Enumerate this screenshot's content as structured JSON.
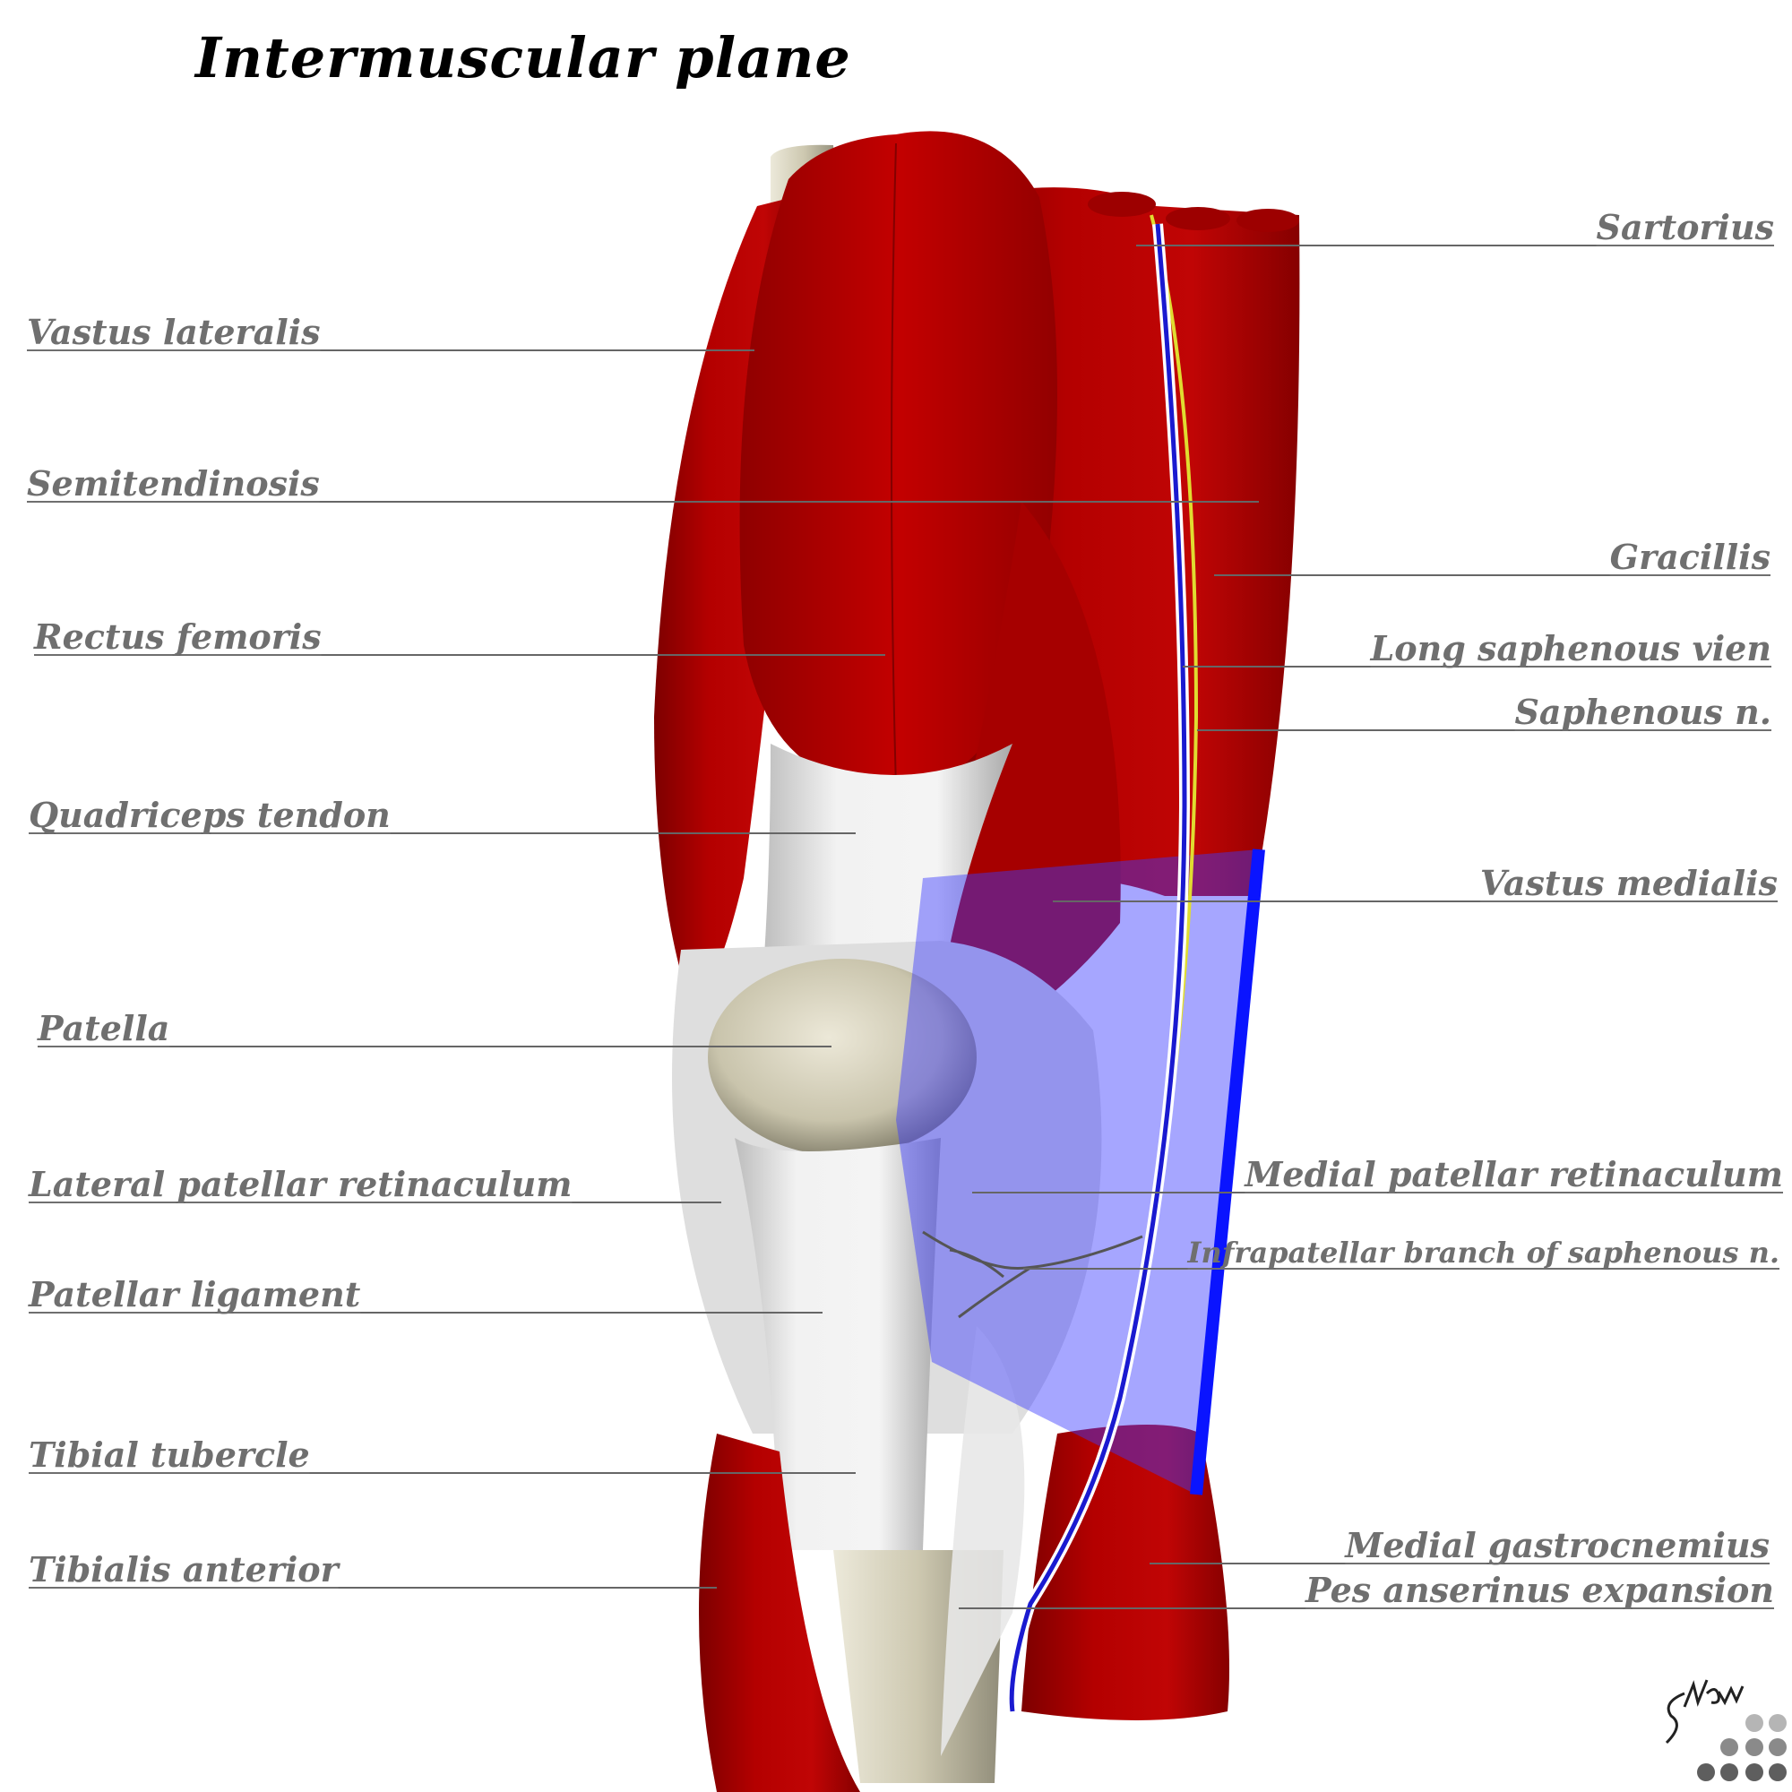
{
  "title": "Intermuscular plane",
  "colors": {
    "muscle": "#b10000",
    "muscle_dark": "#8c0000",
    "tendon": "#e4e4e4",
    "bone": "#cbc7b2",
    "plane": "#3a3aff",
    "plane_edge": "#0a14ff",
    "vein": "#1a1ad0",
    "nerve": "#e6e640",
    "label": "#6f6f6f",
    "leader": "#666666"
  },
  "labels_left": [
    {
      "id": "vastus-lateralis",
      "text": "Vastus lateralis"
    },
    {
      "id": "semitendinosis",
      "text": "Semitendinosis"
    },
    {
      "id": "rectus-femoris",
      "text": "Rectus femoris"
    },
    {
      "id": "quadriceps-tendon",
      "text": "Quadriceps tendon"
    },
    {
      "id": "patella",
      "text": "Patella"
    },
    {
      "id": "lateral-patellar-retinaculum",
      "text": "Lateral patellar retinaculum"
    },
    {
      "id": "patellar-ligament",
      "text": "Patellar ligament"
    },
    {
      "id": "tibial-tubercle",
      "text": "Tibial tubercle"
    },
    {
      "id": "tibialis-anterior",
      "text": "Tibialis anterior"
    }
  ],
  "labels_right": [
    {
      "id": "sartorius",
      "text": "Sartorius"
    },
    {
      "id": "gracillis",
      "text": "Gracillis"
    },
    {
      "id": "long-saphenous-vien",
      "text": "Long saphenous vien"
    },
    {
      "id": "saphenous-n",
      "text": "Saphenous n."
    },
    {
      "id": "vastus-medialis",
      "text": "Vastus medialis"
    },
    {
      "id": "medial-patellar-retinaculum",
      "text": "Medial patellar retinaculum"
    },
    {
      "id": "infrapatellar-branch",
      "text": "Infrapatellar branch of saphenous n."
    },
    {
      "id": "medial-gastrocnemius",
      "text": "Medial gastrocnemius"
    },
    {
      "id": "pes-anserinus-expansion",
      "text": "Pes anserinus expansion"
    }
  ],
  "signature": "Snow"
}
